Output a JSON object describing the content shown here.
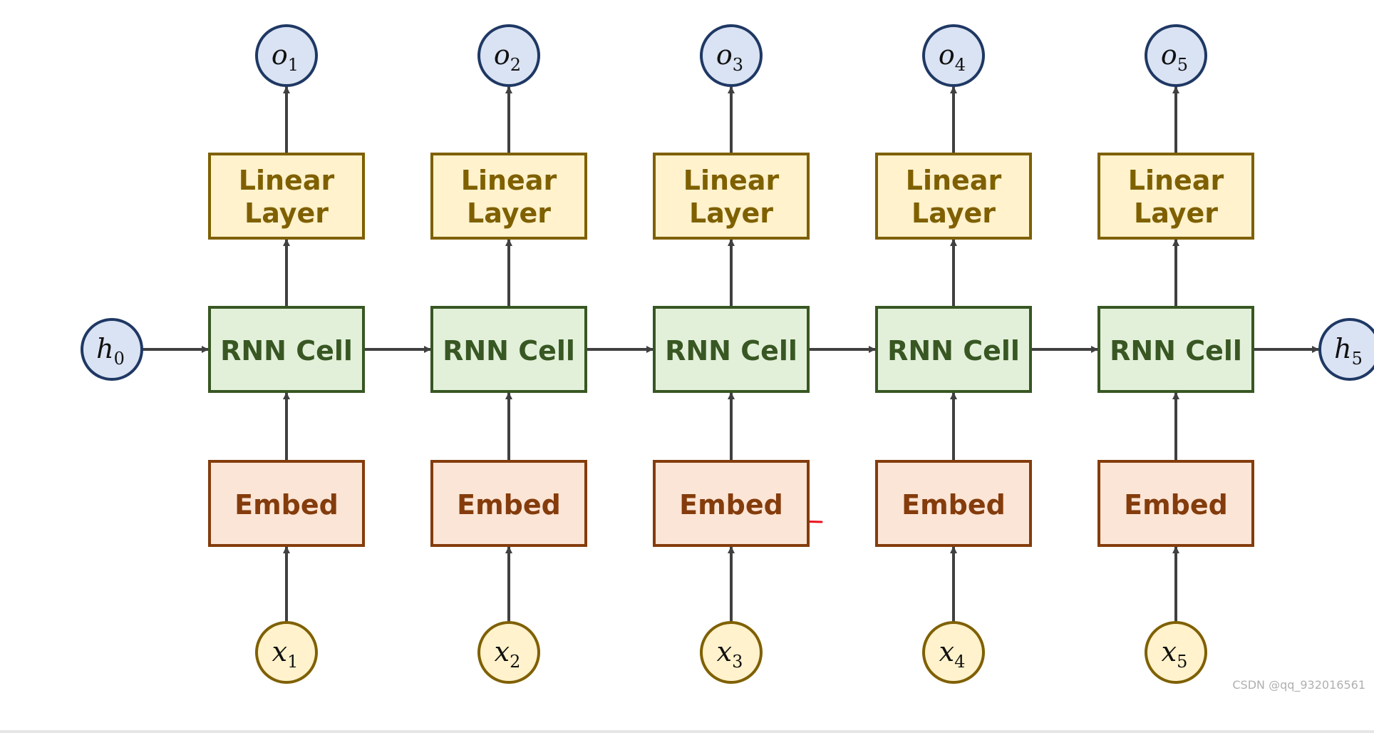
{
  "watermark": "CSDN @qq_932016561",
  "labels": {
    "linear_line1": "Linear",
    "linear_line2": "Layer",
    "rnn_cell": "RNN Cell",
    "embed": "Embed"
  },
  "initial_hidden": {
    "letter": "h",
    "sub": "0"
  },
  "final_hidden": {
    "letter": "h",
    "sub": "5"
  },
  "outputs": [
    {
      "letter": "o",
      "sub": "1"
    },
    {
      "letter": "o",
      "sub": "2"
    },
    {
      "letter": "o",
      "sub": "3"
    },
    {
      "letter": "o",
      "sub": "4"
    },
    {
      "letter": "o",
      "sub": "5"
    }
  ],
  "inputs": [
    {
      "letter": "x",
      "sub": "1"
    },
    {
      "letter": "x",
      "sub": "2"
    },
    {
      "letter": "x",
      "sub": "3"
    },
    {
      "letter": "x",
      "sub": "4"
    },
    {
      "letter": "x",
      "sub": "5"
    }
  ],
  "colors": {
    "hidden_fill": "#dae3f3",
    "hidden_stroke": "#1f3864",
    "output_fill": "#dae3f3",
    "output_stroke": "#1f3864",
    "input_fill": "#fff2cc",
    "input_stroke": "#7f6000",
    "linear_fill": "#fff2cc",
    "linear_stroke": "#7f6000",
    "linear_text": "#7f6000",
    "rnn_fill": "#e2f0d9",
    "rnn_stroke": "#385723",
    "rnn_text": "#385723",
    "embed_fill": "#fbe5d6",
    "embed_stroke": "#843c0c",
    "embed_text": "#843c0c",
    "arrow": "#404040",
    "annotation": "#e8121e"
  }
}
